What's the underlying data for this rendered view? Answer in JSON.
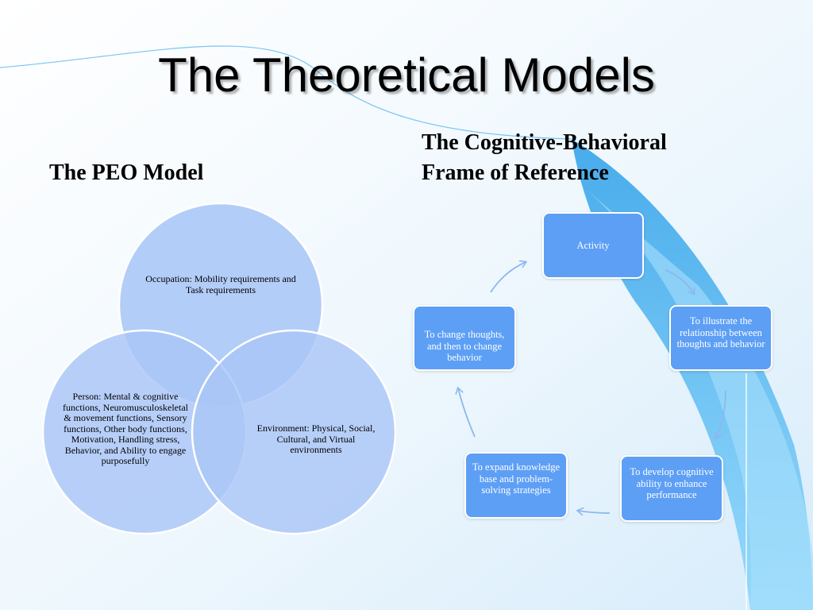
{
  "slide": {
    "title": "The Theoretical Models"
  },
  "peo": {
    "heading": "The PEO Model",
    "circles": {
      "occupation": "Occupation: Mobility requirements and Task requirements",
      "person": "Person: Mental & cognitive functions, Neuromusculoskeletal & movement functions, Sensory functions, Other body functions, Motivation, Handling stress, Behavior, and Ability to engage purposefully",
      "environment": "Environment: Physical, Social, Cultural, and Virtual environments"
    }
  },
  "cbf": {
    "heading": "The Cognitive-Behavioral\nFrame of Reference",
    "boxes": {
      "activity": "Activity",
      "illustrate": "To illustrate the relationship between  thoughts and behavior",
      "develop": "To develop cognitive ability to enhance performance",
      "expand": "To expand knowledge base and problem-solving strategies",
      "change": "To change thoughts, and then to change behavior"
    }
  },
  "colors": {
    "background": "#eaf5fd",
    "accent_wave": "#6cc8f8",
    "circle_fill": "#a9c6f6",
    "box_fill": "#5d9ff5",
    "arrow": "#8cb8ef"
  }
}
